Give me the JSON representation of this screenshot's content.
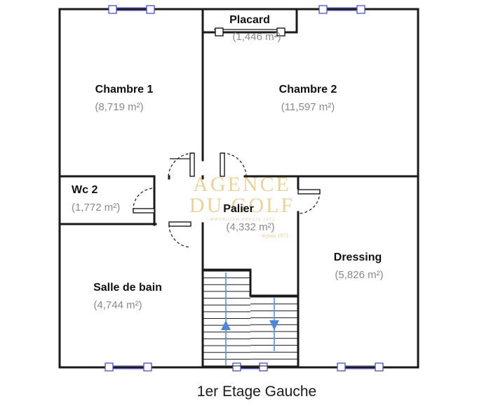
{
  "plan": {
    "caption": "1er Etage Gauche",
    "rooms": [
      {
        "name": "Placard",
        "area": "(1,446 m²)"
      },
      {
        "name": "Chambre 1",
        "area": "(8,719 m²)"
      },
      {
        "name": "Chambre 2",
        "area": "(11,597 m²)"
      },
      {
        "name": "Wc 2",
        "area": "(1,772 m²)"
      },
      {
        "name": "Palier",
        "area": "(4,332 m²)"
      },
      {
        "name": "Dressing",
        "area": "(5,826 m²)"
      },
      {
        "name": "Salle de bain",
        "area": "(4,744 m²)"
      }
    ]
  },
  "watermark": {
    "line1": "AGENCE",
    "line2": "DU GOLF",
    "tagline": "IMMOBILIER DEPUIS 1971",
    "signature": "depuis 1971"
  },
  "colors": {
    "wall": "#1a1a1a",
    "window": "#4b4fc0",
    "stair_arrow": "#4f86d8",
    "watermark": "#e2c37a",
    "area_text": "#8a8a8a"
  }
}
